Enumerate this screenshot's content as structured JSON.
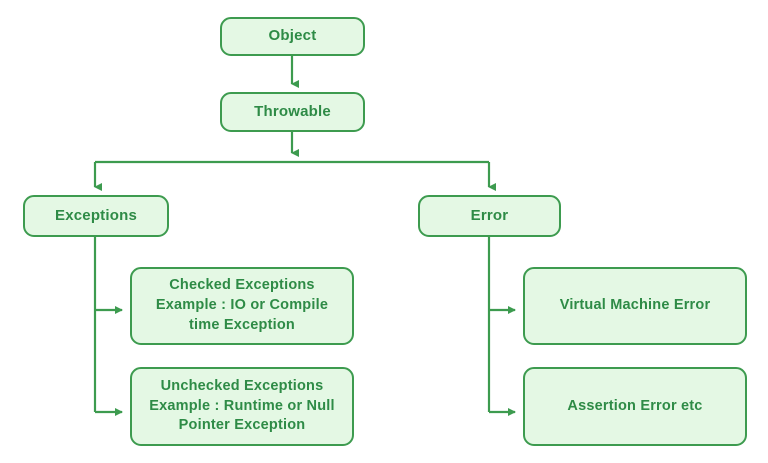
{
  "diagram": {
    "type": "flowchart",
    "title": "Java Throwable / Exception Hierarchy",
    "colors": {
      "node_fill": "#e4f8e4",
      "node_border": "#3d9b4f",
      "text": "#2e8b46",
      "connector": "#3d9b4f",
      "background": "#ffffff"
    },
    "nodes": [
      {
        "id": "object",
        "label": "Object"
      },
      {
        "id": "throwable",
        "label": "Throwable"
      },
      {
        "id": "exceptions",
        "label": "Exceptions"
      },
      {
        "id": "error",
        "label": "Error"
      },
      {
        "id": "checked",
        "label": "Checked Exceptions\nExample : IO or Compile\ntime Exception"
      },
      {
        "id": "unchecked",
        "label": "Unchecked Exceptions\nExample : Runtime or Null\nPointer Exception"
      },
      {
        "id": "vmerror",
        "label": "Virtual Machine Error"
      },
      {
        "id": "assertion",
        "label": "Assertion Error etc"
      }
    ],
    "edges": [
      {
        "from": "object",
        "to": "throwable",
        "style": "straight-down"
      },
      {
        "from": "throwable",
        "to": "exceptions",
        "style": "elbow-left"
      },
      {
        "from": "throwable",
        "to": "error",
        "style": "elbow-right"
      },
      {
        "from": "exceptions",
        "to": "checked",
        "style": "elbow-right"
      },
      {
        "from": "exceptions",
        "to": "unchecked",
        "style": "elbow-right"
      },
      {
        "from": "error",
        "to": "vmerror",
        "style": "elbow-right"
      },
      {
        "from": "error",
        "to": "assertion",
        "style": "elbow-right"
      }
    ]
  }
}
